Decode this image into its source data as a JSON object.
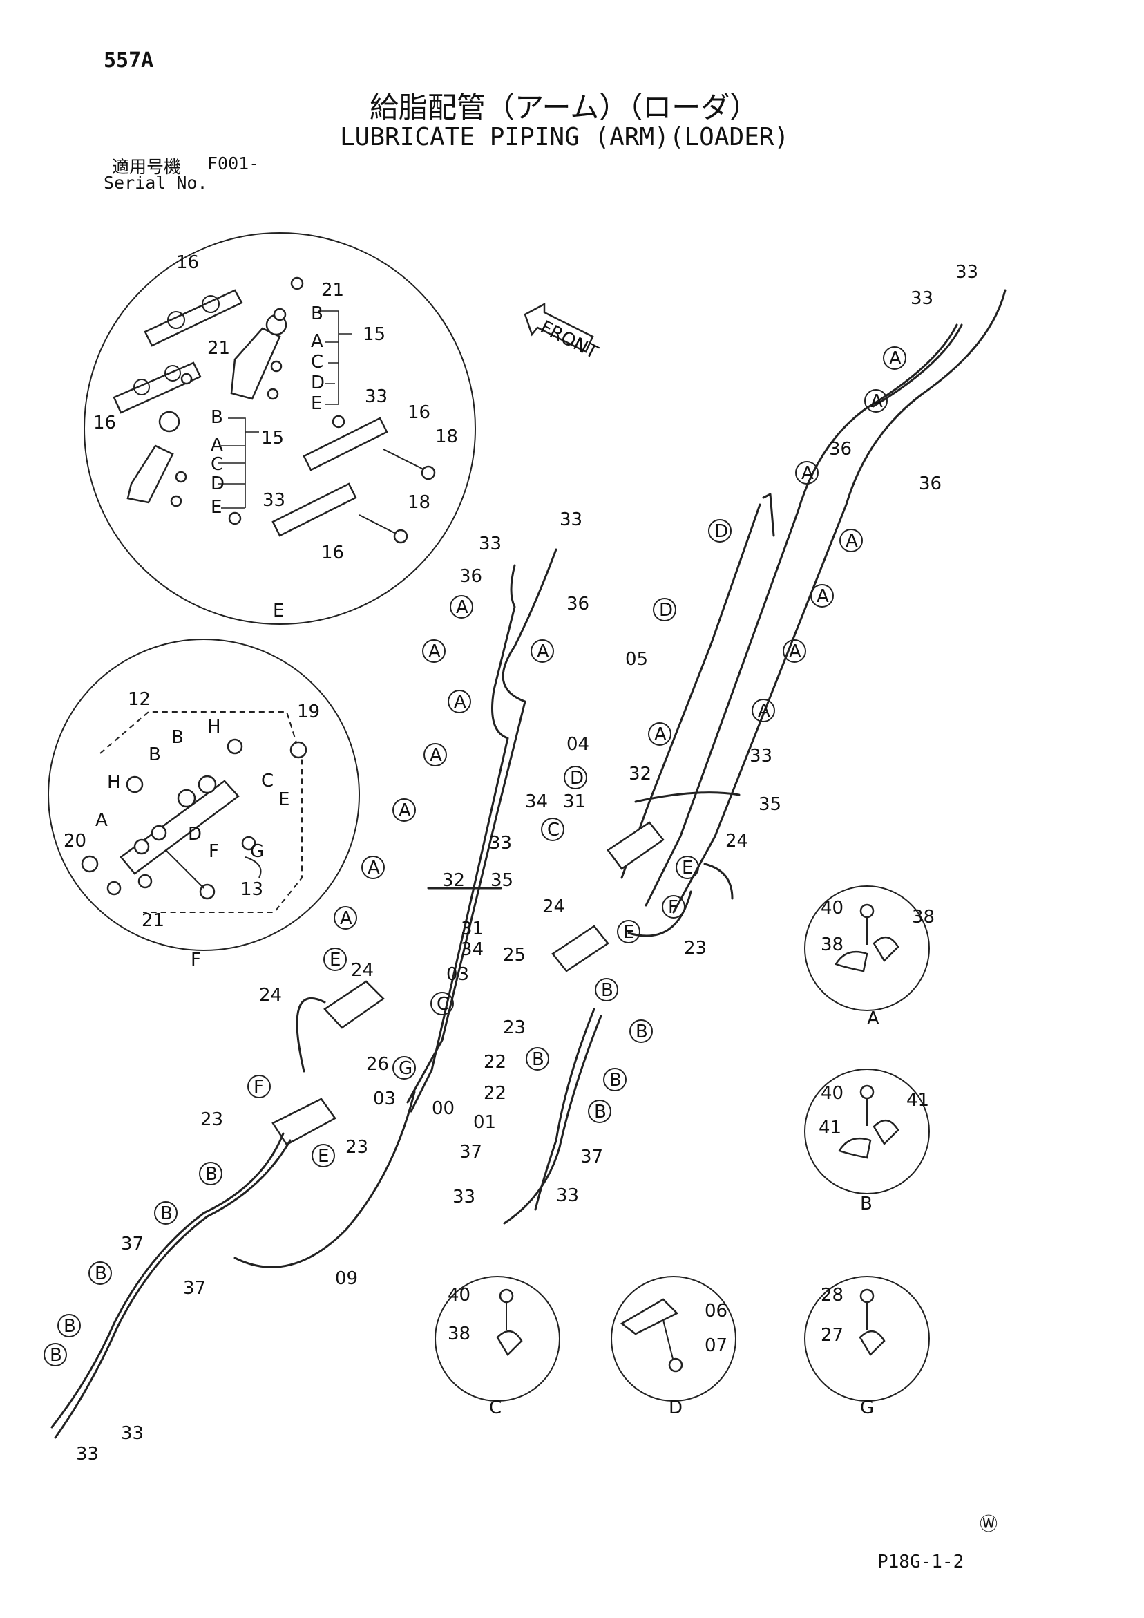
{
  "header": {
    "page_no": "557A",
    "title_jp": "給脂配管（アーム）（ローダ）",
    "title_en": "LUBRICATE PIPING (ARM)(LOADER)",
    "serial_jp": "適用号機",
    "serial_code": "F001-",
    "serial_en": "Serial No."
  },
  "footer": {
    "mark": "Ⓦ",
    "code": "P18G-1-2"
  },
  "front_arrow": "FRONT",
  "detail_views": {
    "E": {
      "caption": "E",
      "parts": [
        "16",
        "21",
        "B",
        "A",
        "15",
        "C",
        "D",
        "E",
        "33",
        "16",
        "18",
        "16",
        "21",
        "B",
        "A",
        "15",
        "C",
        "D",
        "E",
        "33",
        "18",
        "16"
      ]
    },
    "F": {
      "caption": "F",
      "parts": [
        "12",
        "B",
        "H",
        "19",
        "B",
        "H",
        "C",
        "E",
        "A",
        "D",
        "F",
        "G",
        "20",
        "13",
        "21"
      ]
    },
    "A": {
      "caption": "A",
      "parts": [
        "40",
        "38",
        "38"
      ]
    },
    "B": {
      "caption": "B",
      "parts": [
        "40",
        "41",
        "41"
      ]
    },
    "C": {
      "caption": "C",
      "parts": [
        "40",
        "38"
      ]
    },
    "D": {
      "caption": "D",
      "parts": [
        "06",
        "07"
      ]
    },
    "G": {
      "caption": "G",
      "parts": [
        "28",
        "27"
      ]
    }
  },
  "callout_letters": [
    "A",
    "B",
    "C",
    "D",
    "E",
    "F",
    "G"
  ],
  "part_numbers": [
    "00",
    "01",
    "03",
    "04",
    "05",
    "09",
    "22",
    "23",
    "24",
    "25",
    "26",
    "31",
    "32",
    "33",
    "34",
    "35",
    "36",
    "37"
  ]
}
